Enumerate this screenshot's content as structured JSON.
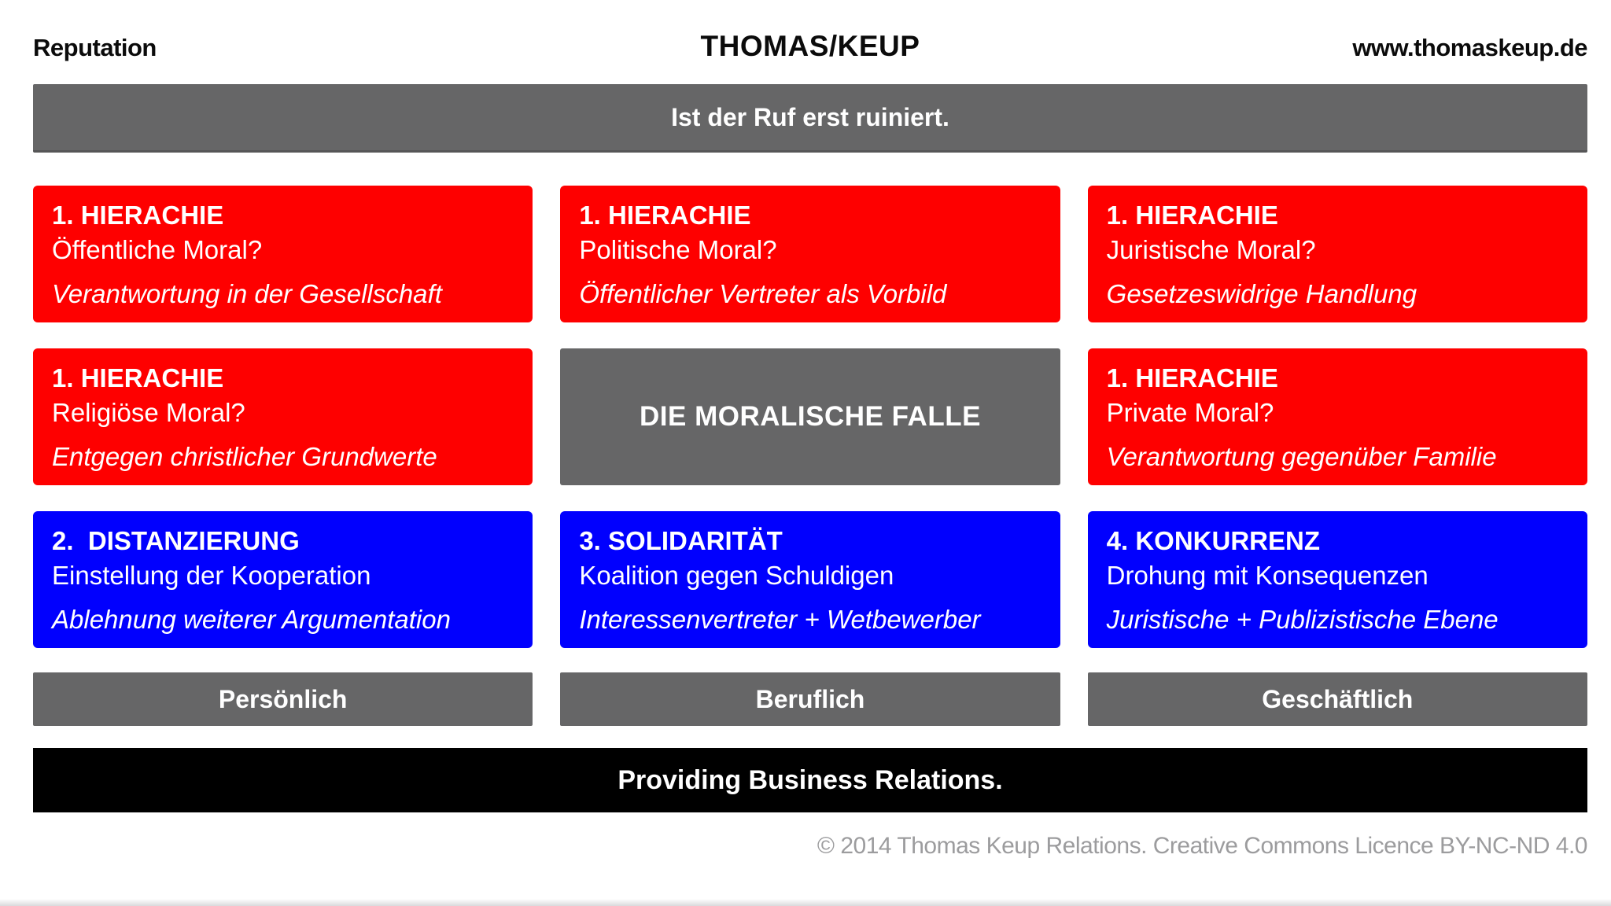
{
  "header": {
    "left": "Reputation",
    "center": "THOMAS/KEUP",
    "right": "www.thomaskeup.de"
  },
  "top_banner": {
    "text": "Ist der Ruf erst ruiniert."
  },
  "grid": {
    "cards": [
      {
        "color": "red",
        "title": "1. HIERACHIE",
        "subtitle": "Öffentliche Moral?",
        "note": "Verantwortung in der Gesellschaft"
      },
      {
        "color": "red",
        "title": "1. HIERACHIE",
        "subtitle": "Politische Moral?",
        "note": "Öffentlicher Vertreter als Vorbild"
      },
      {
        "color": "red",
        "title": "1. HIERACHIE",
        "subtitle": "Juristische Moral?",
        "note": "Gesetzeswidrige Handlung"
      },
      {
        "color": "red",
        "title": "1. HIERACHIE",
        "subtitle": "Religiöse Moral?",
        "note": "Entgegen christlicher Grundwerte"
      },
      {
        "color": "gray",
        "title": "DIE MORALISCHE FALLE"
      },
      {
        "color": "red",
        "title": "1. HIERACHIE",
        "subtitle": "Private Moral?",
        "note": "Verantwortung gegenüber Familie"
      },
      {
        "color": "blue",
        "title": "2.  DISTANZIERUNG",
        "subtitle": "Einstellung der Kooperation",
        "note": "Ablehnung weiterer Argumentation"
      },
      {
        "color": "blue",
        "title": "3. SOLIDARITÄT",
        "subtitle": "Koalition gegen Schuldigen",
        "note": "Interessenvertreter + Wetbewerber"
      },
      {
        "color": "blue",
        "title": "4. KONKURRENZ",
        "subtitle": "Drohung mit Konsequenzen",
        "note": "Juristische + Publizistische Ebene"
      }
    ],
    "labels": [
      "Persönlich",
      "Beruflich",
      "Geschäftlich"
    ]
  },
  "bottom_banner": {
    "text": "Providing Business Relations."
  },
  "footer": {
    "copyright": "© 2014 Thomas Keup Relations. Creative Commons Licence BY-NC-ND 4.0"
  },
  "colors": {
    "card_red": "#fe0000",
    "card_blue": "#0100fe",
    "bar_gray": "#666667",
    "banner_black": "#000000",
    "copyright_gray": "#9c9c9e"
  }
}
